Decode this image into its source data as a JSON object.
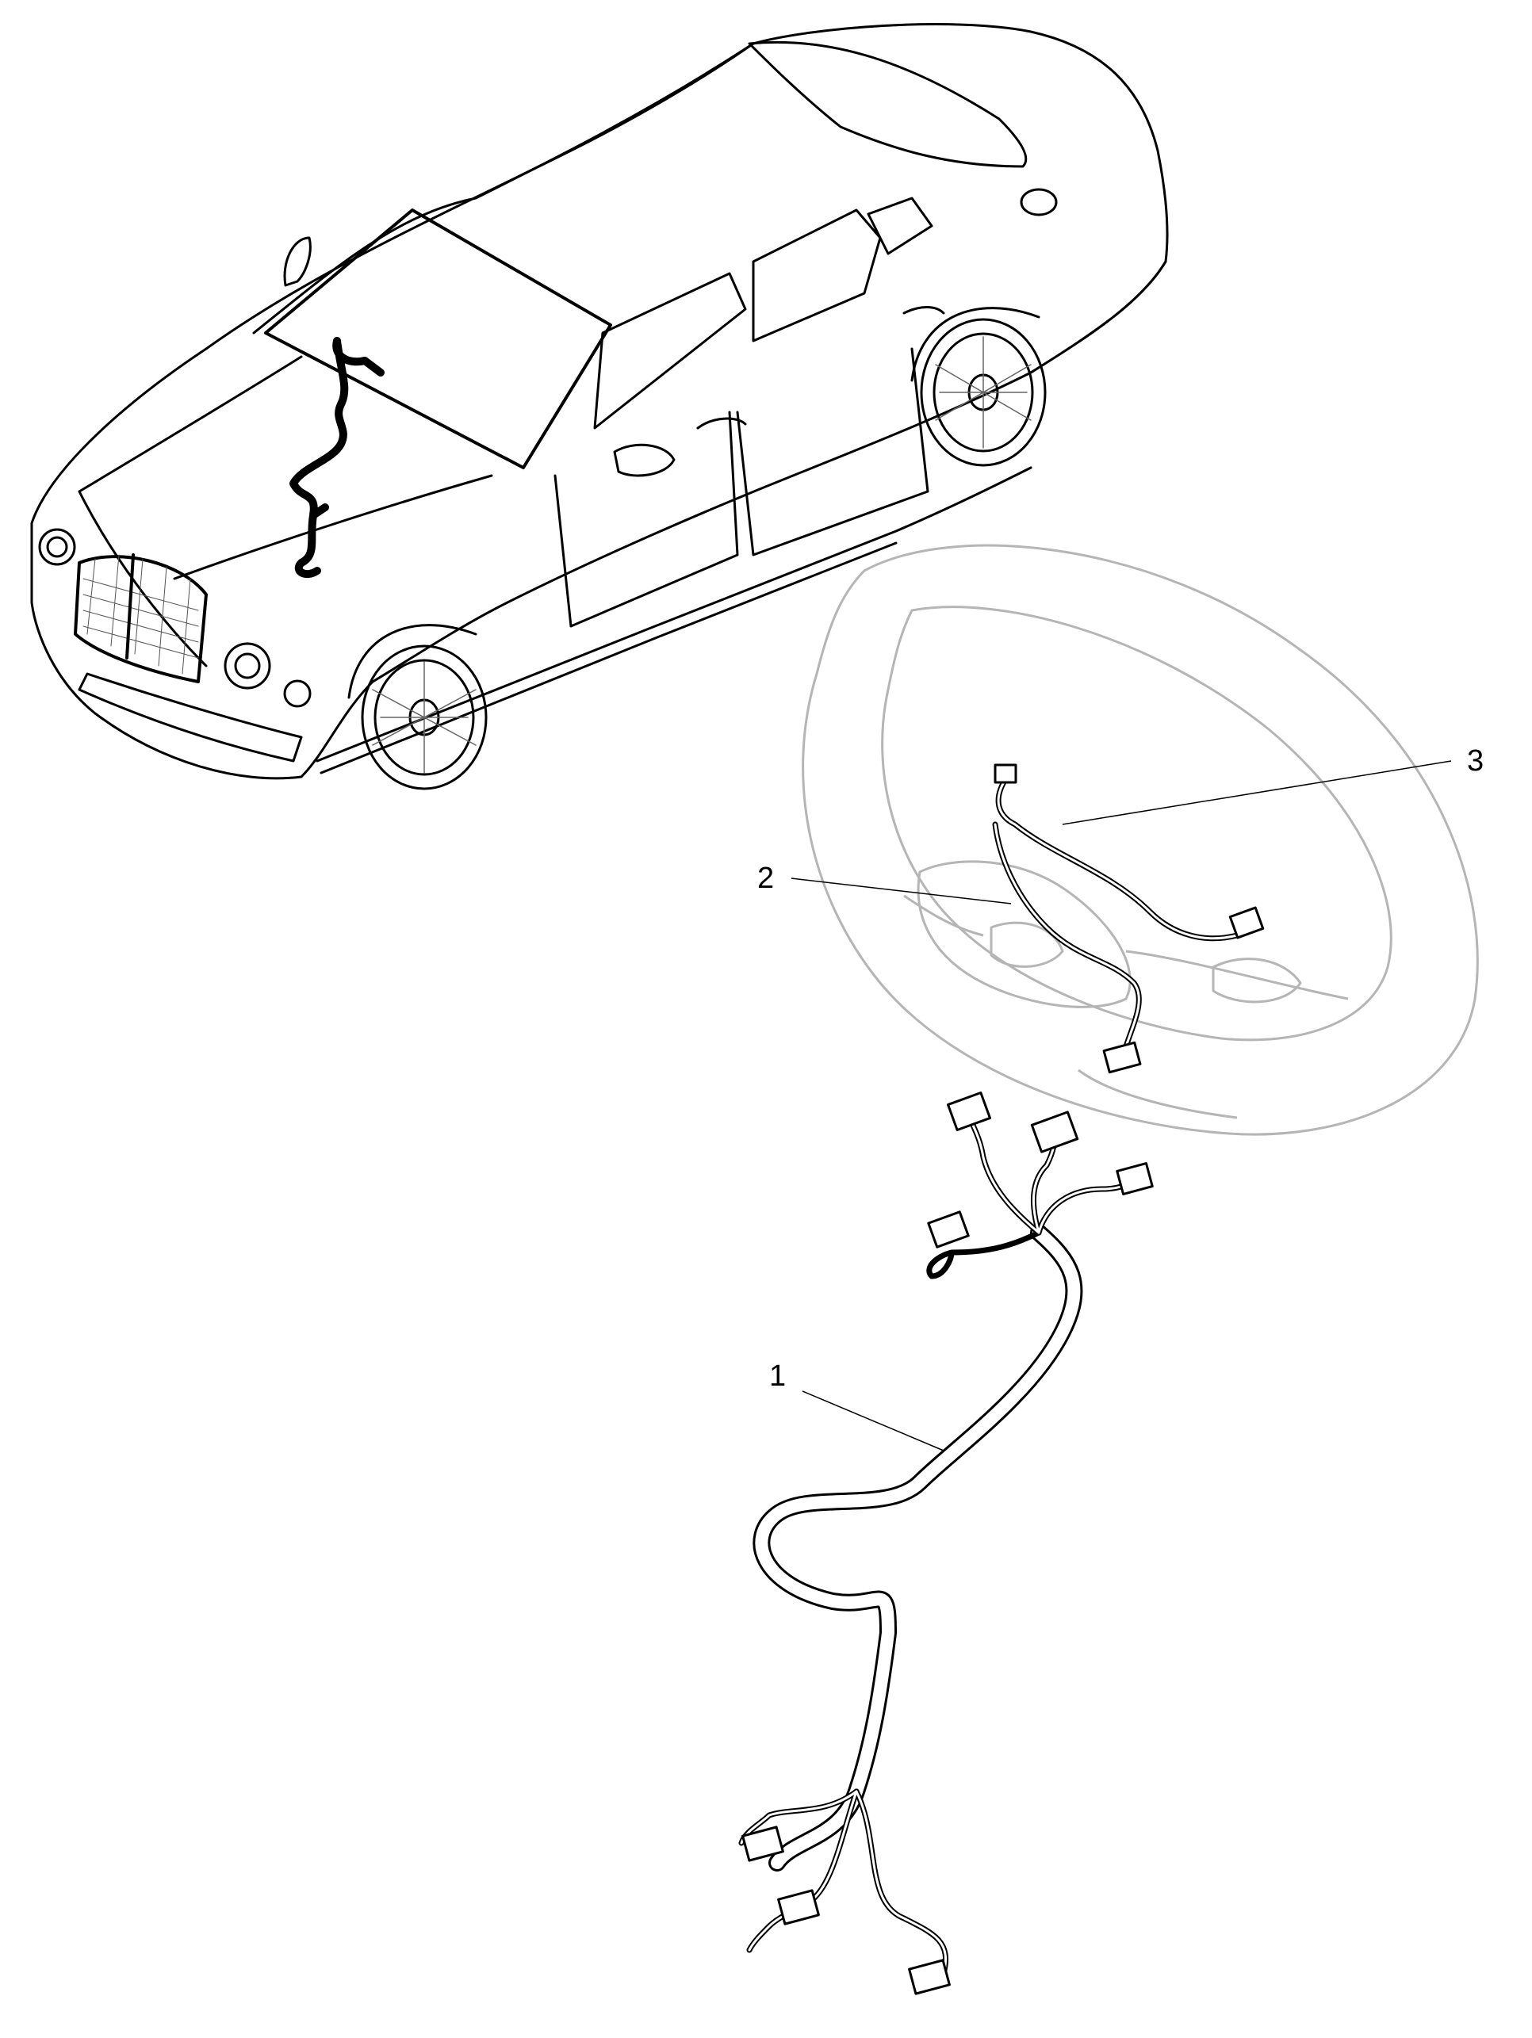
{
  "figure": {
    "kind": "parts-exploded-illustration",
    "colors": {
      "background": "#ffffff",
      "line": "#000000",
      "ghost_line": "#b5b5b5",
      "highlight": "#000000"
    }
  },
  "callouts": [
    {
      "id": "1",
      "label": "1"
    },
    {
      "id": "2",
      "label": "2"
    },
    {
      "id": "3",
      "label": "3"
    }
  ]
}
